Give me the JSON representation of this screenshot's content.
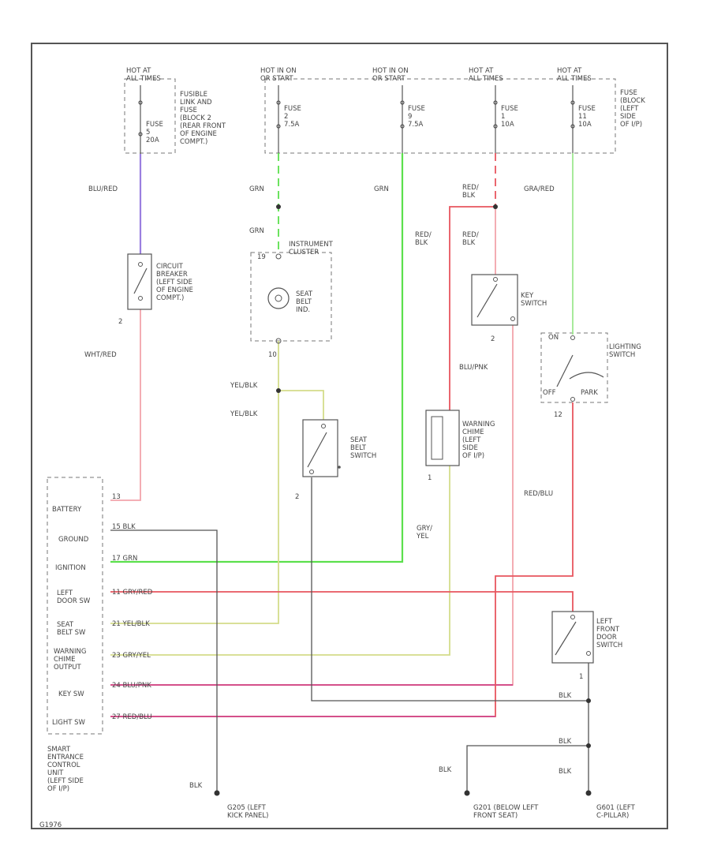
{
  "labels": {
    "hot1": "HOT AT\nALL TIMES",
    "hot2": "HOT IN ON\nOR START",
    "hot3": "HOT IN ON\nOR START",
    "hot4": "HOT AT\nALL TIMES",
    "hot5": "HOT AT\nALL TIMES",
    "fusible_link": "FUSIBLE\nLINK AND\nFUSE\n(BLOCK 2\n(REAR FRONT\nOF ENGINE\nCOMPT.)",
    "fuse1": "FUSE\n5\n20A",
    "fuse2": "FUSE\n2\n7.5A",
    "fuse3": "FUSE\n9\n7.5A",
    "fuse4": "FUSE\n1\n10A",
    "fuse5": "FUSE\n11\n10A",
    "fuse_block": "FUSE\n(BLOCK\n(LEFT\nSIDE\nOF I/P)",
    "w_blu_red": "BLU/RED",
    "w_grn1": "GRN",
    "w_grn2": "GRN",
    "w_grn3": "GRN",
    "w_red_blk1": "RED/\nBLK",
    "w_red_blk2": "RED/\nBLK",
    "w_red_blk3": "RED/\nBLK",
    "w_gra_red": "GRA/RED",
    "circuit_breaker": "CIRCUIT\nBREAKER\n(LEFT SIDE\nOF ENGINE\nCOMPT.)",
    "cb_pin": "2",
    "instrument_cluster": "INSTRUMENT\nCLUSTER",
    "seat_belt_ind": "SEAT\nBELT\nIND.",
    "ic_pin1": "19",
    "ic_pin2": "10",
    "key_switch": "KEY\nSWITCH",
    "ks_pin": "2",
    "lighting_switch": "LIGHTING\nSWITCH",
    "ls_on": "ON",
    "ls_off": "OFF",
    "ls_park": "PARK",
    "ls_pin": "12",
    "w_wht_red": "WHT/RED",
    "w_yel_blk1": "YEL/BLK",
    "w_yel_blk2": "YEL/BLK",
    "seat_belt_switch": "SEAT\nBELT\nSWITCH",
    "sbs_pin": "2",
    "w_blu_pnk": "BLU/PNK",
    "warning_chime": "WARNING\nCHIME\n(LEFT\nSIDE\nOF I/P)",
    "wc_pin": "1",
    "w_red_blu": "RED/BLU",
    "w_gry_yel": "GRY/\nYEL",
    "u_battery": "BATTERY",
    "u_ground": "GROUND",
    "u_ignition": "IGNITION",
    "u_left_door": "LEFT\nDOOR SW",
    "u_seat_belt": "SEAT\nBELT SW",
    "u_warning": "WARNING\nCHIME\nOUTPUT",
    "u_key_sw": "KEY SW",
    "u_light_sw": "LIGHT SW",
    "p_battery": "13",
    "p_ground": "15 BLK",
    "p_ignition": "17 GRN",
    "p_left_door": "11 GRY/RED",
    "p_seat_belt": "21 YEL/BLK",
    "p_warning": "23 GRY/YEL",
    "p_key_sw": "24 BLU/PNK",
    "p_light_sw": "27 RED/BLU",
    "left_door_switch": "LEFT\nFRONT\nDOOR\nSWITCH",
    "lds_pin": "1",
    "w_blk1": "BLK",
    "w_blk2": "BLK",
    "w_blk3": "BLK",
    "w_blk4": "BLK",
    "w_blk5": "BLK",
    "control_unit": "SMART\nENTRANCE\nCONTROL\nUNIT\n(LEFT SIDE\nOF I/P)",
    "g1": "G205 (LEFT\nKICK PANEL)",
    "g2": "G201 (BELOW LEFT\nFRONT SEAT)",
    "g3": "G601 (LEFT\nC-PILLAR)",
    "fig_id": "G1976"
  },
  "colors": {
    "blu_red": "#9a7fe0",
    "grn": "#5be04c",
    "red": "#e8555f",
    "pink": "#f2a4ab",
    "yel": "#d4dc8a",
    "blk": "#555555",
    "pnk": "#d4508a"
  }
}
